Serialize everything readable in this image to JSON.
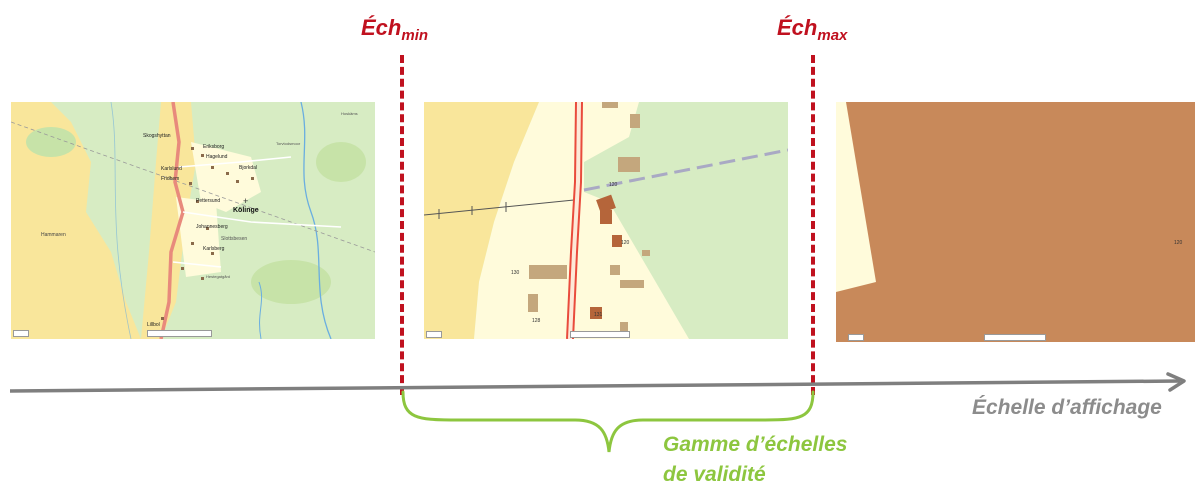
{
  "thresholds": {
    "min": {
      "base": "Éch",
      "subscript": "min"
    },
    "max": {
      "base": "Éch",
      "subscript": "max"
    }
  },
  "axis": {
    "label": "Échelle d’affichage"
  },
  "validity_range": {
    "line1": "Gamme d’échelles",
    "line2": "de validité"
  },
  "map1": {
    "place_labels": [
      "Skogshyttan",
      "Eriksborg",
      "Hagelund",
      "Bjorkdal",
      "Karlslund",
      "Fridhem",
      "Pettersund",
      "Kölinge",
      "Johannesberg",
      "Slottsbesen",
      "Karlsberg",
      "Hammaren",
      "Lillbol",
      "Hestegatgård",
      "Hoskäms",
      "Torvtodsmoor"
    ]
  },
  "map2": {
    "building_numbers": [
      "130",
      "128",
      "120",
      "120",
      "131"
    ]
  },
  "map3": {
    "building_numbers": [
      "120"
    ]
  },
  "colors": {
    "threshold": "#c0111f",
    "axis": "#7f7f7f",
    "range": "#8dc63f",
    "map_green": "#d7ecc3",
    "map_yellow": "#f9e69b",
    "map_cream": "#fffbdb",
    "building_brown": "#c8895a"
  }
}
